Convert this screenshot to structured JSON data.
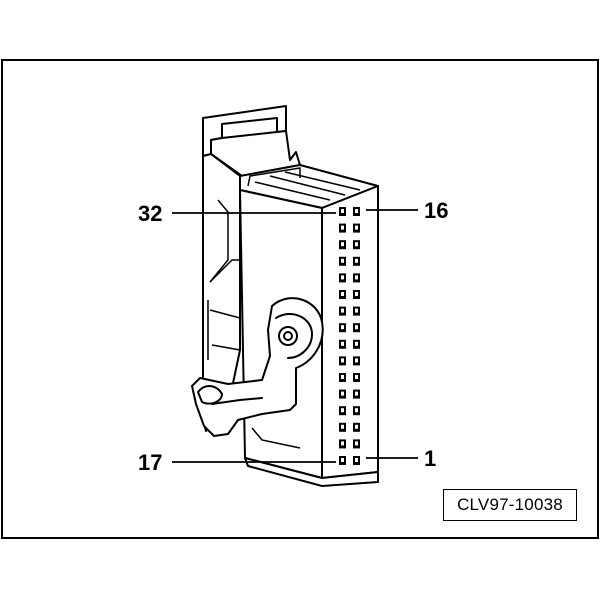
{
  "callouts": {
    "top_left": "32",
    "top_right": "16",
    "bottom_left": "17",
    "bottom_right": "1"
  },
  "figure_id": "CLV97-10038",
  "colors": {
    "ink": "#000000",
    "paper": "#ffffff"
  }
}
